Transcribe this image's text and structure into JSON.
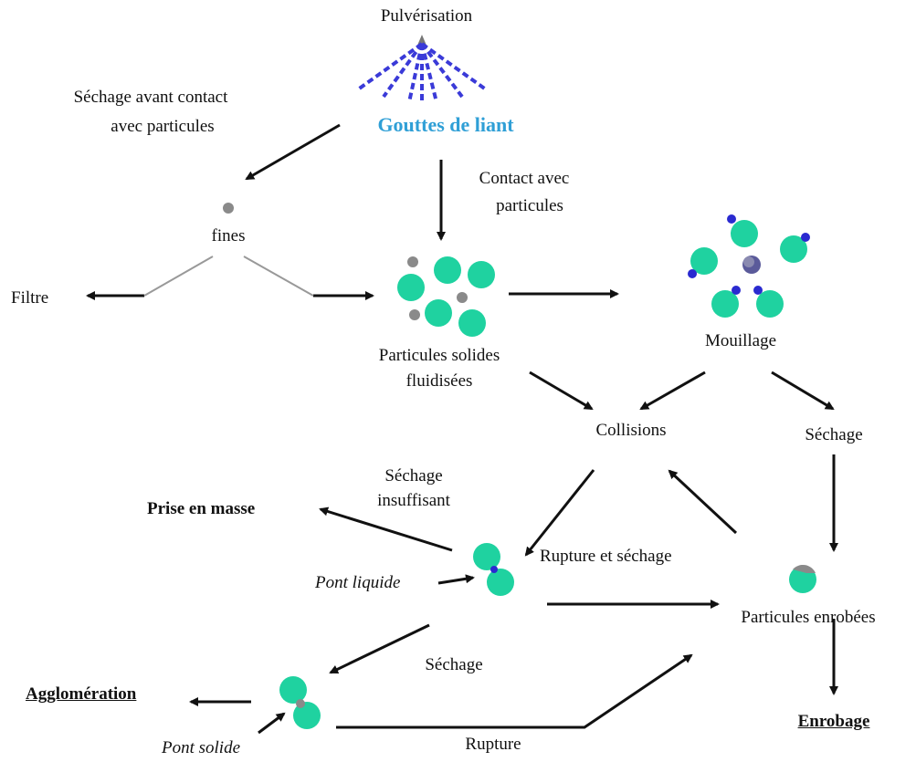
{
  "labels": {
    "pulverisation": "Pulvérisation",
    "gouttes": "Gouttes de liant",
    "sechage_avant_1": "Séchage avant contact",
    "sechage_avant_2": "avec particules",
    "contact_1": "Contact avec",
    "contact_2": "particules",
    "fines": "fines",
    "filtre": "Filtre",
    "particules_solides_1": "Particules solides",
    "particules_solides_2": "fluidisées",
    "mouillage": "Mouillage",
    "collisions": "Collisions",
    "sechage_right": "Séchage",
    "sechage_insuff_1": "Séchage",
    "sechage_insuff_2": "insuffisant",
    "prise_en_masse": "Prise en masse",
    "pont_liquide": "Pont liquide",
    "rupture_sechage": "Rupture et séchage",
    "particules_enrobees": "Particules enrobées",
    "sechage_mid": "Séchage",
    "agglomeration": "Agglomération",
    "pont_solide": "Pont solide",
    "rupture": "Rupture",
    "enrobage": "Enrobage"
  },
  "colors": {
    "particle": "#1fd2a0",
    "fine": "#8a8a8a",
    "binder": "#2a2ad0",
    "spray": "#3a3ad8",
    "title_blue": "#2f9fd6",
    "arrow": "#111111"
  }
}
